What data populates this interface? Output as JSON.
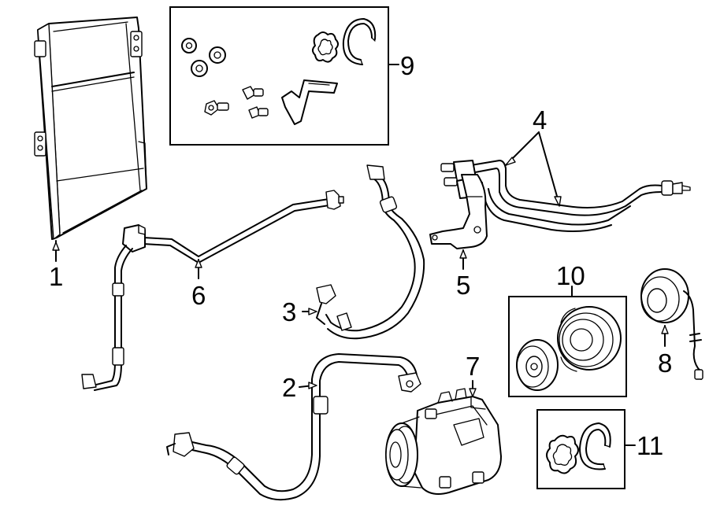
{
  "callouts": [
    {
      "key": "c1",
      "text": "1"
    },
    {
      "key": "c2",
      "text": "2"
    },
    {
      "key": "c3",
      "text": "3"
    },
    {
      "key": "c4",
      "text": "4"
    },
    {
      "key": "c5",
      "text": "5"
    },
    {
      "key": "c6",
      "text": "6"
    },
    {
      "key": "c7",
      "text": "7"
    },
    {
      "key": "c8",
      "text": "8"
    },
    {
      "key": "c9",
      "text": "9"
    },
    {
      "key": "c10",
      "text": "10"
    },
    {
      "key": "c11",
      "text": "11"
    }
  ],
  "labels": {
    "c1": "1",
    "c2": "2",
    "c3": "3",
    "c4": "4",
    "c5": "5",
    "c6": "6",
    "c7": "7",
    "c8": "8",
    "c9": "9",
    "c10": "10",
    "c11": "11"
  }
}
